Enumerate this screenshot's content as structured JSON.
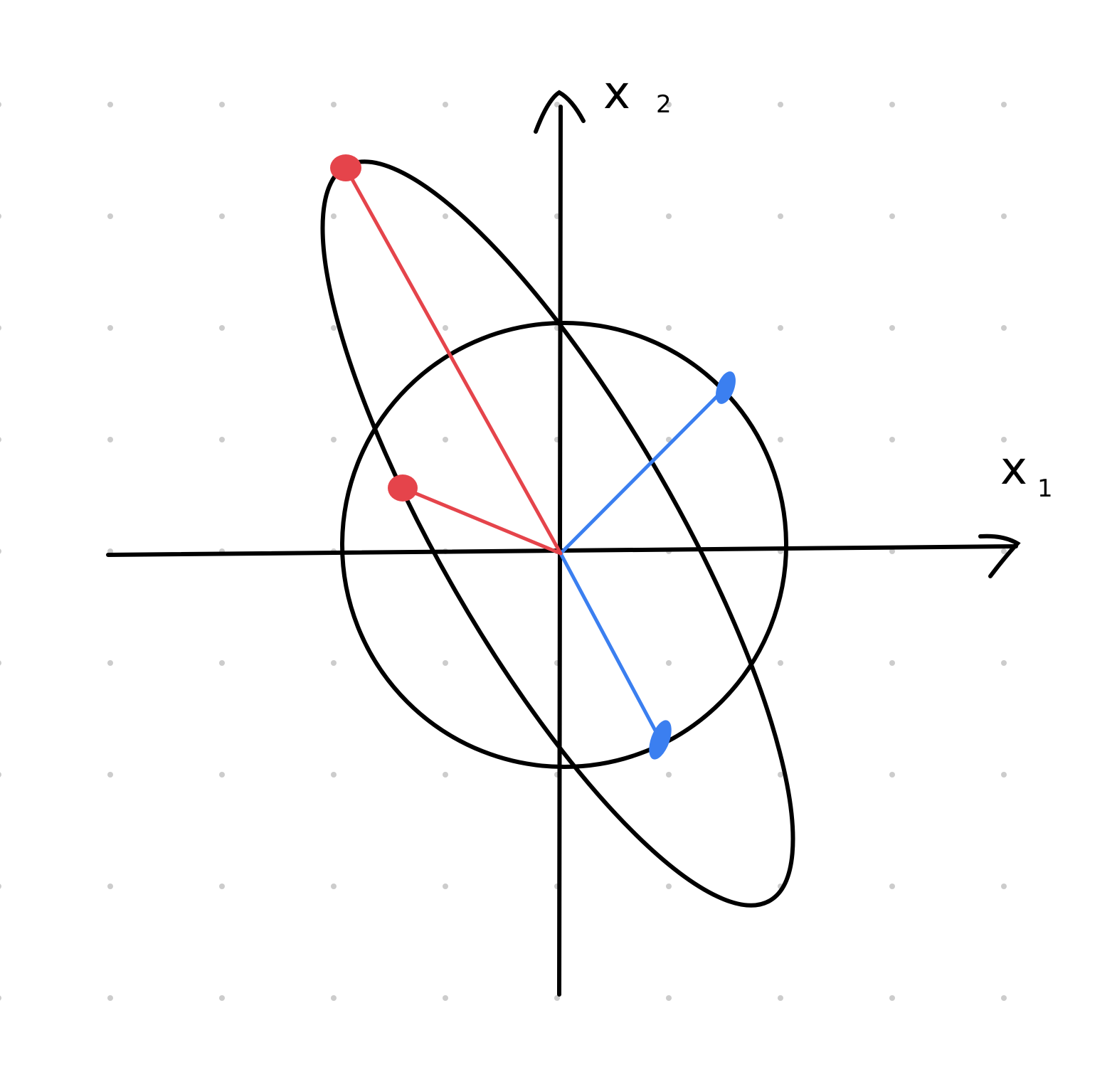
{
  "diagram": {
    "axes": {
      "x_label": "x",
      "x_subscript": "1",
      "y_label": "x",
      "y_subscript": "2"
    },
    "colors": {
      "ink": "#000000",
      "grid_dot": "#cccccc",
      "input_vectors": "#3b7ff0",
      "output_vectors": "#e5444b"
    },
    "shapes": [
      "unit-circle",
      "transformed-ellipse"
    ],
    "vectors": [
      {
        "name": "input-vector-1",
        "color": "blue"
      },
      {
        "name": "input-vector-2",
        "color": "blue"
      },
      {
        "name": "output-vector-1",
        "color": "red"
      },
      {
        "name": "output-vector-2",
        "color": "red"
      }
    ]
  }
}
